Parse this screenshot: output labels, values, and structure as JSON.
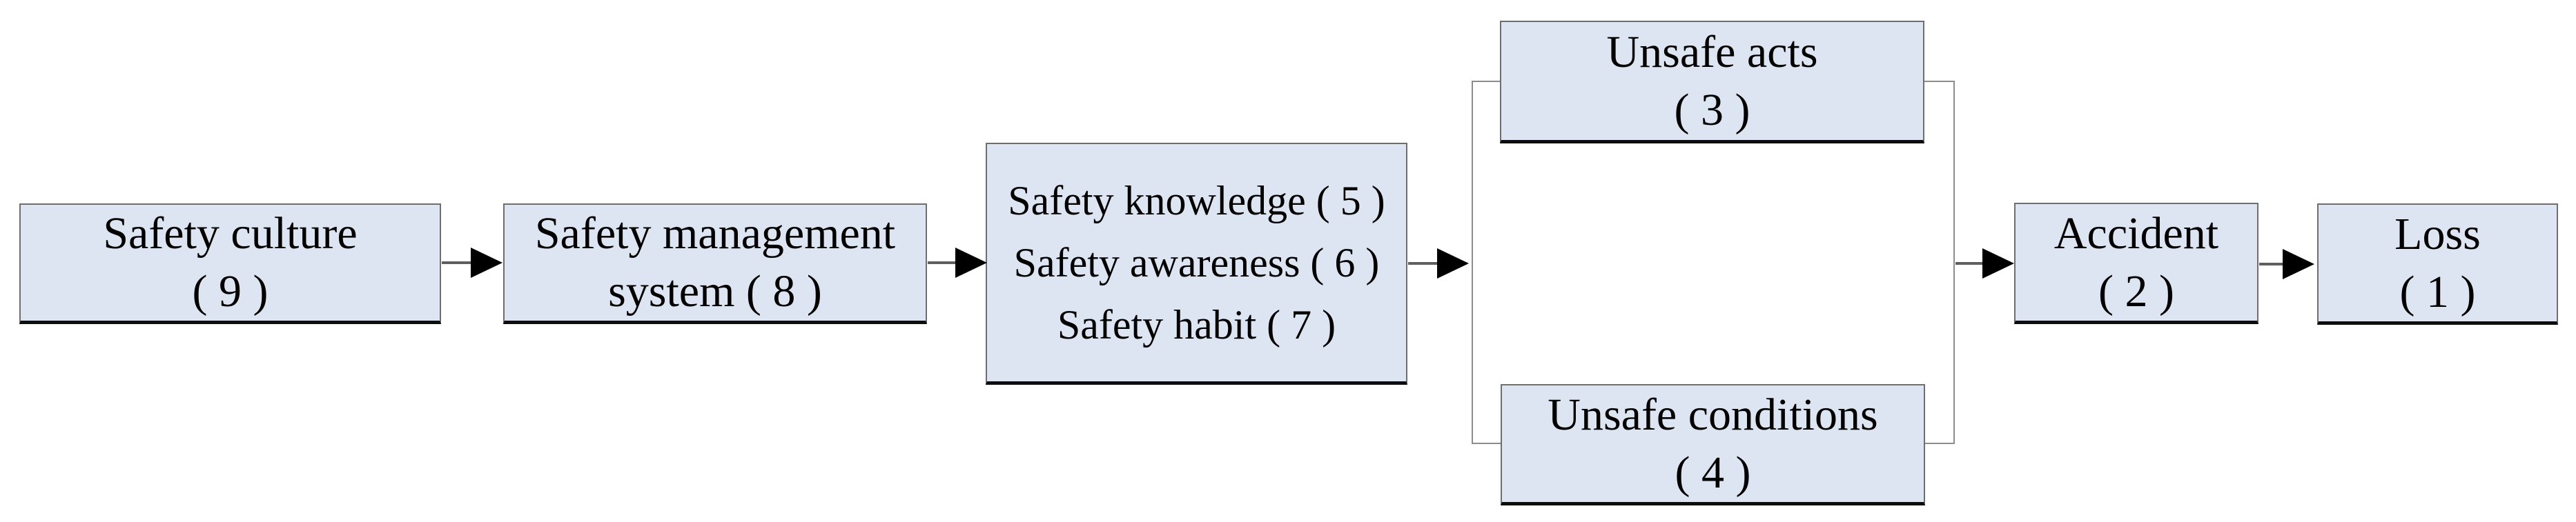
{
  "diagram": {
    "type": "flowchart",
    "colors": {
      "background": "#ffffff",
      "node_fill": "#dce5f1",
      "node_border": "#6e6e6e",
      "node_bottom_edge": "#0d0d0d",
      "bracket_border": "#8c8c8c",
      "arrow_shaft": "#5f5f5f",
      "arrow_head": "#000000",
      "text": "#000000"
    },
    "nodes": [
      {
        "id": "safety-culture",
        "lines": [
          "Safety culture",
          "（9）"
        ]
      },
      {
        "id": "safety-management-system",
        "lines": [
          "Safety management",
          "system（8）"
        ]
      },
      {
        "id": "safety-knowledge-awareness-habit",
        "lines": [
          "Safety knowledge（5）",
          "Safety awareness（6）",
          "Safety habit（7）"
        ]
      },
      {
        "id": "unsafe-acts",
        "lines": [
          "Unsafe acts",
          "（3）"
        ]
      },
      {
        "id": "unsafe-conditions",
        "lines": [
          "Unsafe conditions",
          "（4）"
        ]
      },
      {
        "id": "accident",
        "lines": [
          "Accident",
          "（2）"
        ]
      },
      {
        "id": "loss",
        "lines": [
          "Loss",
          "（1）"
        ]
      }
    ],
    "group": {
      "id": "unsafe-acts-conditions-group",
      "members": [
        "unsafe-acts",
        "unsafe-conditions"
      ]
    },
    "connections": [
      {
        "from": "safety-culture",
        "to": "safety-management-system"
      },
      {
        "from": "safety-management-system",
        "to": "safety-knowledge-awareness-habit"
      },
      {
        "from": "safety-knowledge-awareness-habit",
        "to": "unsafe-acts-conditions-group"
      },
      {
        "from": "unsafe-acts-conditions-group",
        "to": "accident"
      },
      {
        "from": "accident",
        "to": "loss"
      }
    ]
  }
}
